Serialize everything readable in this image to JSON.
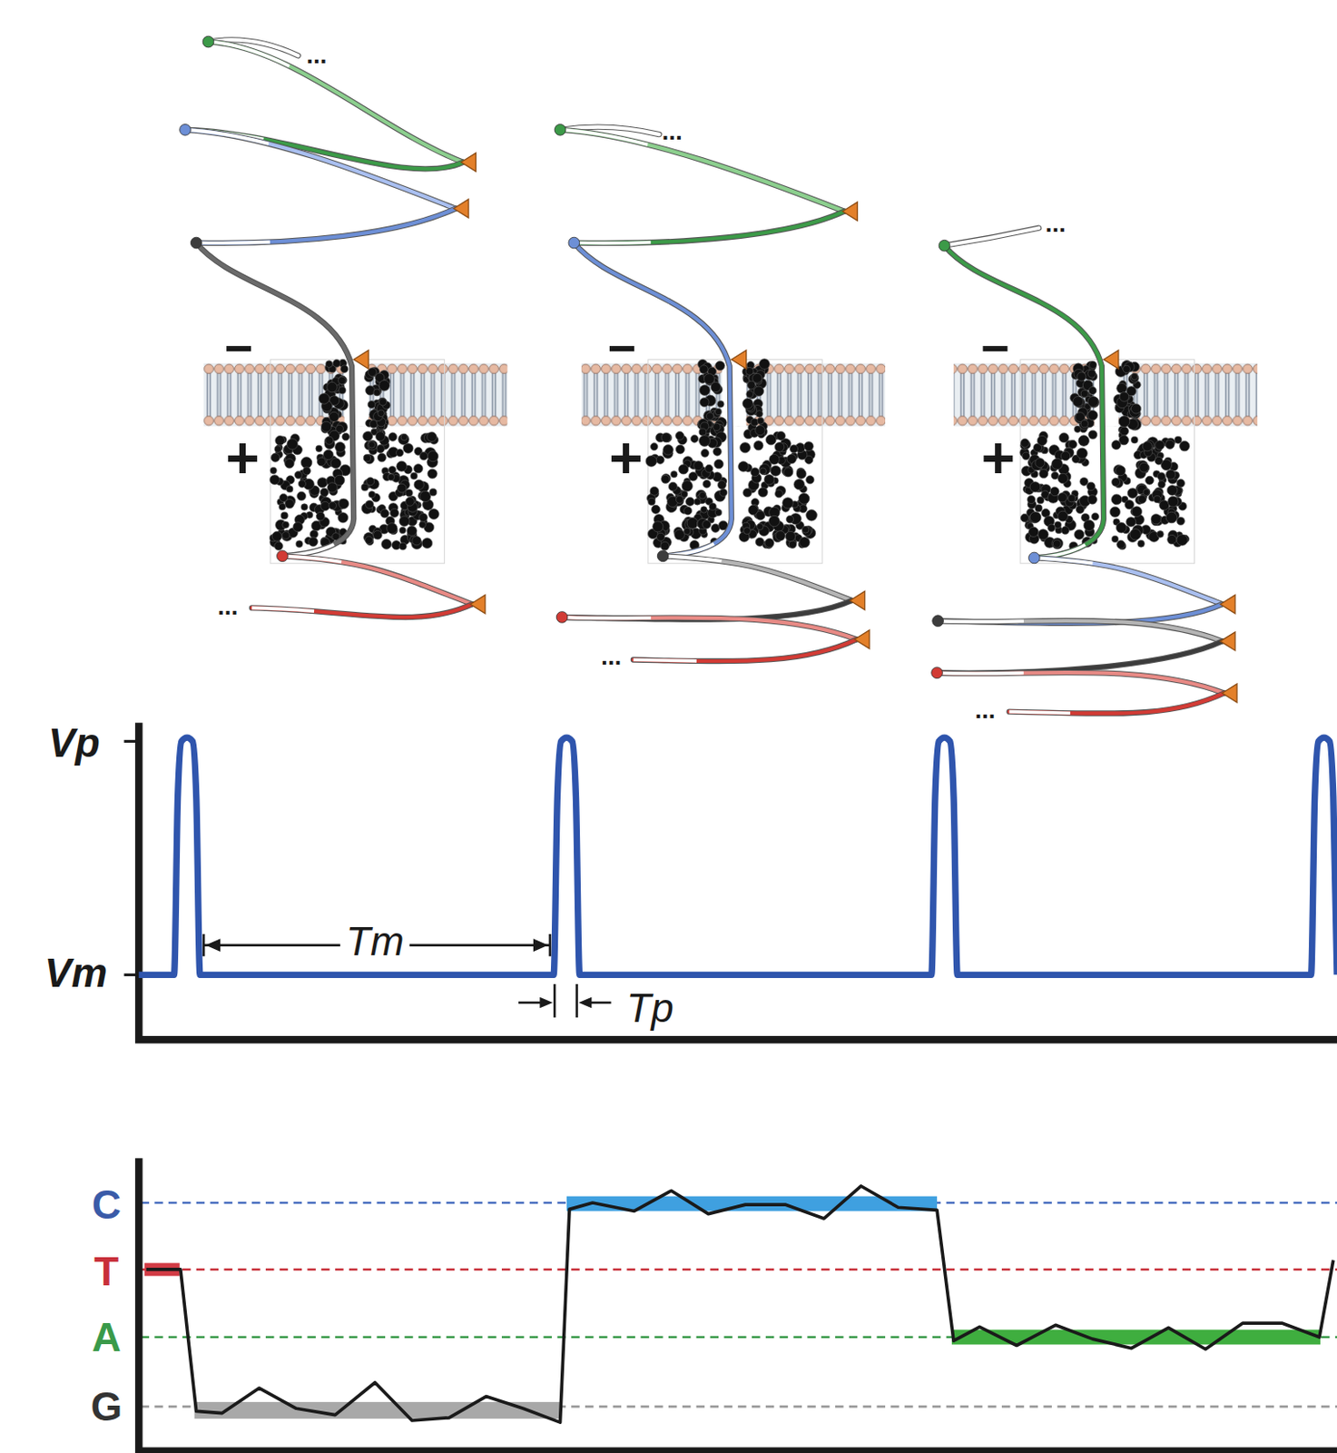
{
  "diagram": {
    "labels": [
      "Vp",
      "Vm",
      "Tm",
      "Tp",
      "C",
      "T",
      "A",
      "G",
      "−",
      "+",
      "−",
      "+",
      "−",
      "+",
      "...",
      "...",
      "...",
      "...",
      "...",
      "..."
    ]
  }
}
